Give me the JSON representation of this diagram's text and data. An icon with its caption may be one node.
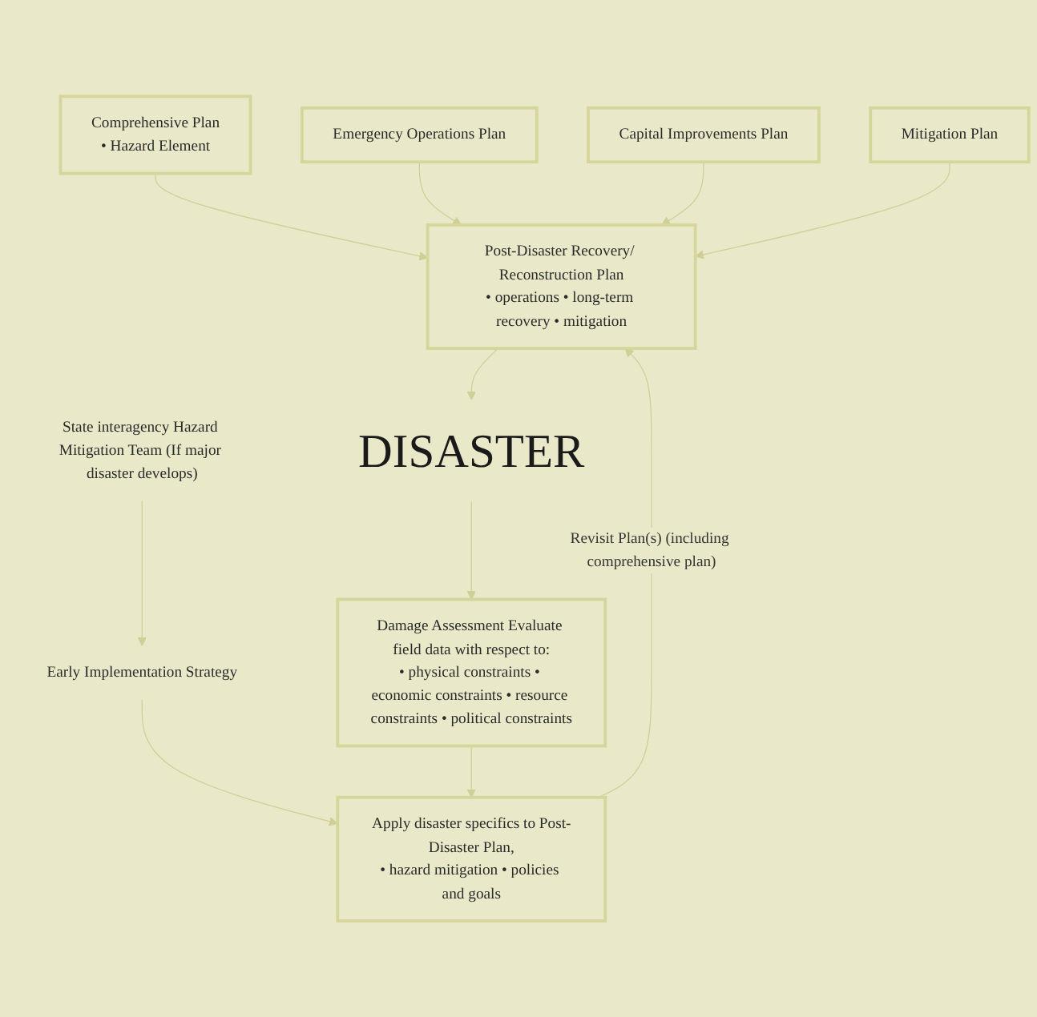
{
  "diagram": {
    "nodes": [
      {
        "text": [
          "Comprehensive Plan",
          "• Hazard Element"
        ]
      },
      {
        "text": [
          "Emergency Operations Plan"
        ]
      },
      {
        "text": [
          "Capital Improvements Plan"
        ]
      },
      {
        "text": [
          "Mitigation Plan"
        ]
      },
      {
        "text": [
          "Post-Disaster Recovery/ Reconstruction Plan",
          "• operations • long-term recovery • mitigation"
        ]
      },
      {
        "text": [
          "DISASTER"
        ]
      },
      {
        "text": [
          "State interagency Hazard Mitigation Team (If major disaster develops)"
        ]
      },
      {
        "text": [
          "Early Implementation Strategy"
        ]
      },
      {
        "text": [
          "Damage Assessment Evaluate field data with respect to:",
          "• physical constraints • economic constraints • resource constraints • political constraints"
        ]
      },
      {
        "text": [
          "Apply disaster specifics to Post-Disaster Plan,",
          "• hazard mitigation • policies and goals"
        ]
      }
    ],
    "edges": [
      {
        "from": 0,
        "to": 4,
        "arrow": "to"
      },
      {
        "from": 1,
        "to": 4,
        "arrow": "to"
      },
      {
        "from": 2,
        "to": 4,
        "arrow": "to"
      },
      {
        "from": 3,
        "to": 4,
        "arrow": "to"
      },
      {
        "from": 4,
        "to": 5,
        "arrow": "to"
      },
      {
        "from": 5,
        "to": 8,
        "arrow": "to"
      },
      {
        "from": 6,
        "to": 7,
        "arrow": "to"
      },
      {
        "from": 7,
        "to": 9,
        "arrow": "to"
      },
      {
        "from": 8,
        "to": 9,
        "arrow": "to"
      },
      {
        "from": 9,
        "to": 4,
        "label": "Revisit Plan(s) (including comprehensive plan)",
        "arrow": "to"
      }
    ]
  }
}
